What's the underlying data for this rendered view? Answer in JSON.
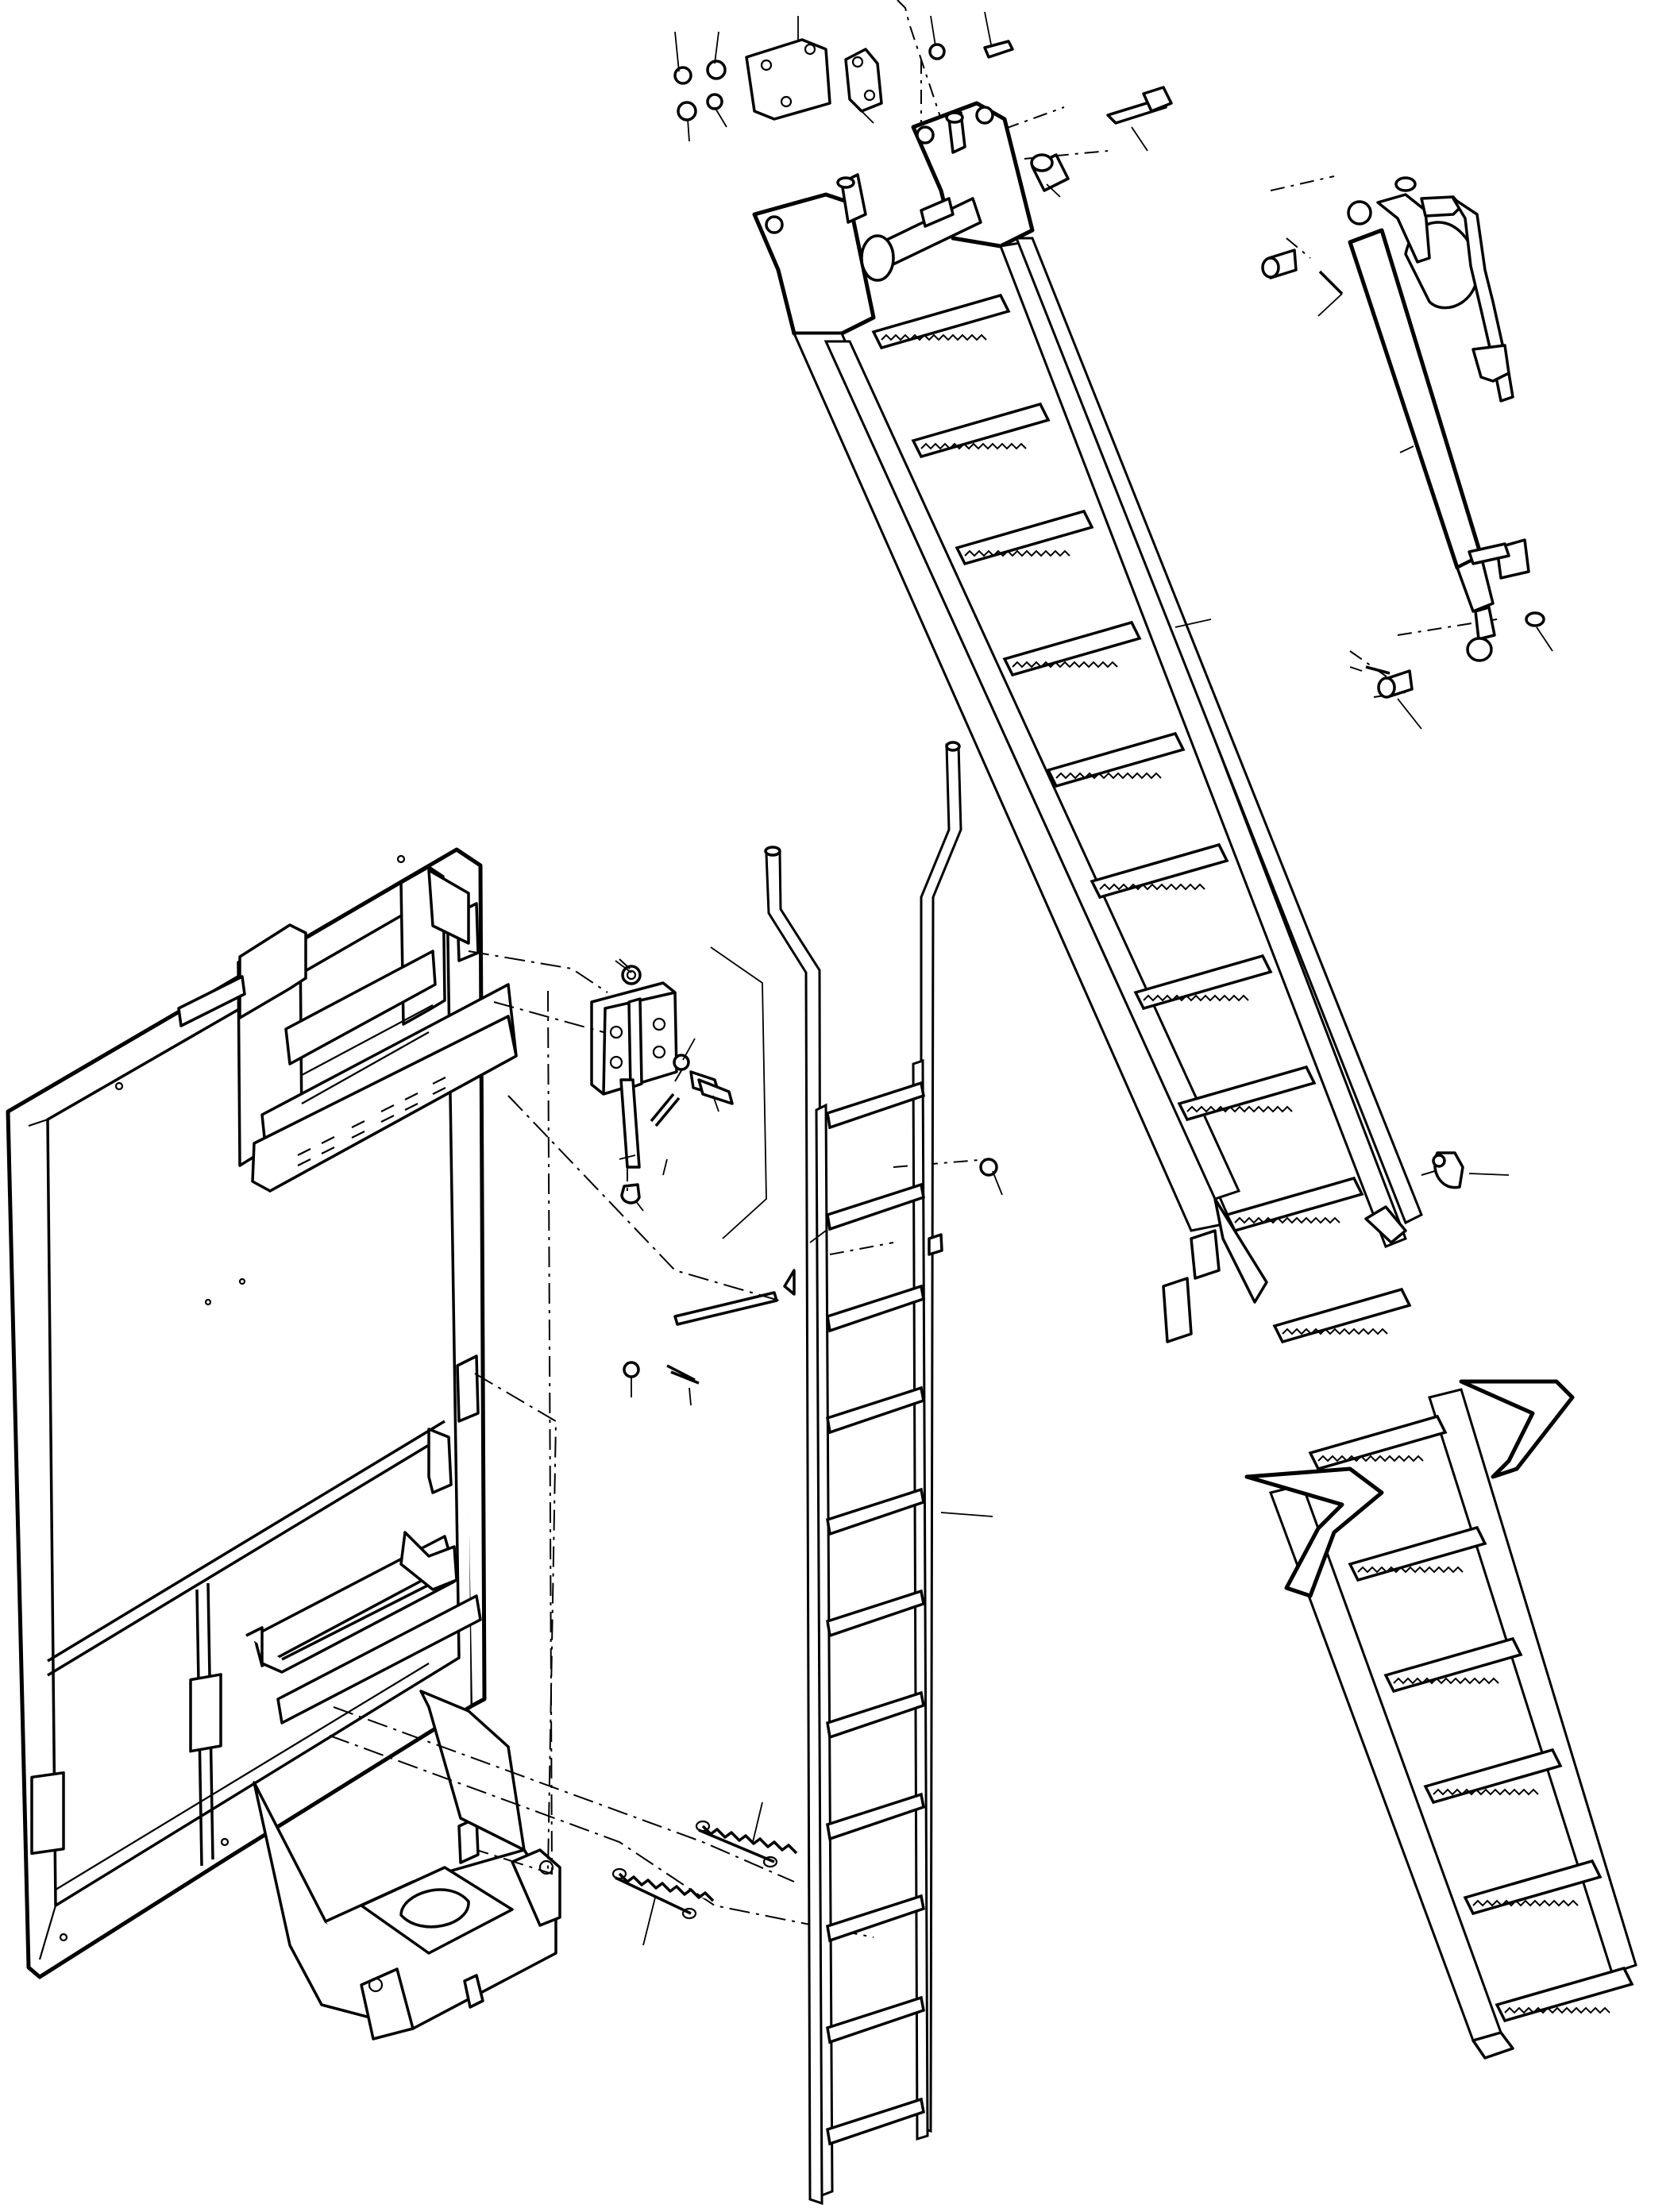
{
  "diagram": {
    "kind": "exploded-parts-view",
    "line_color": "#000000",
    "background": "#ffffff",
    "assemblies": [
      "access-door-panel",
      "door-hinge-bracket",
      "fixed-access-ladder",
      "hinged-stair-ladder",
      "hydraulic-lift-cylinder",
      "return-springs",
      "top-pivot-bracket-hardware"
    ]
  }
}
